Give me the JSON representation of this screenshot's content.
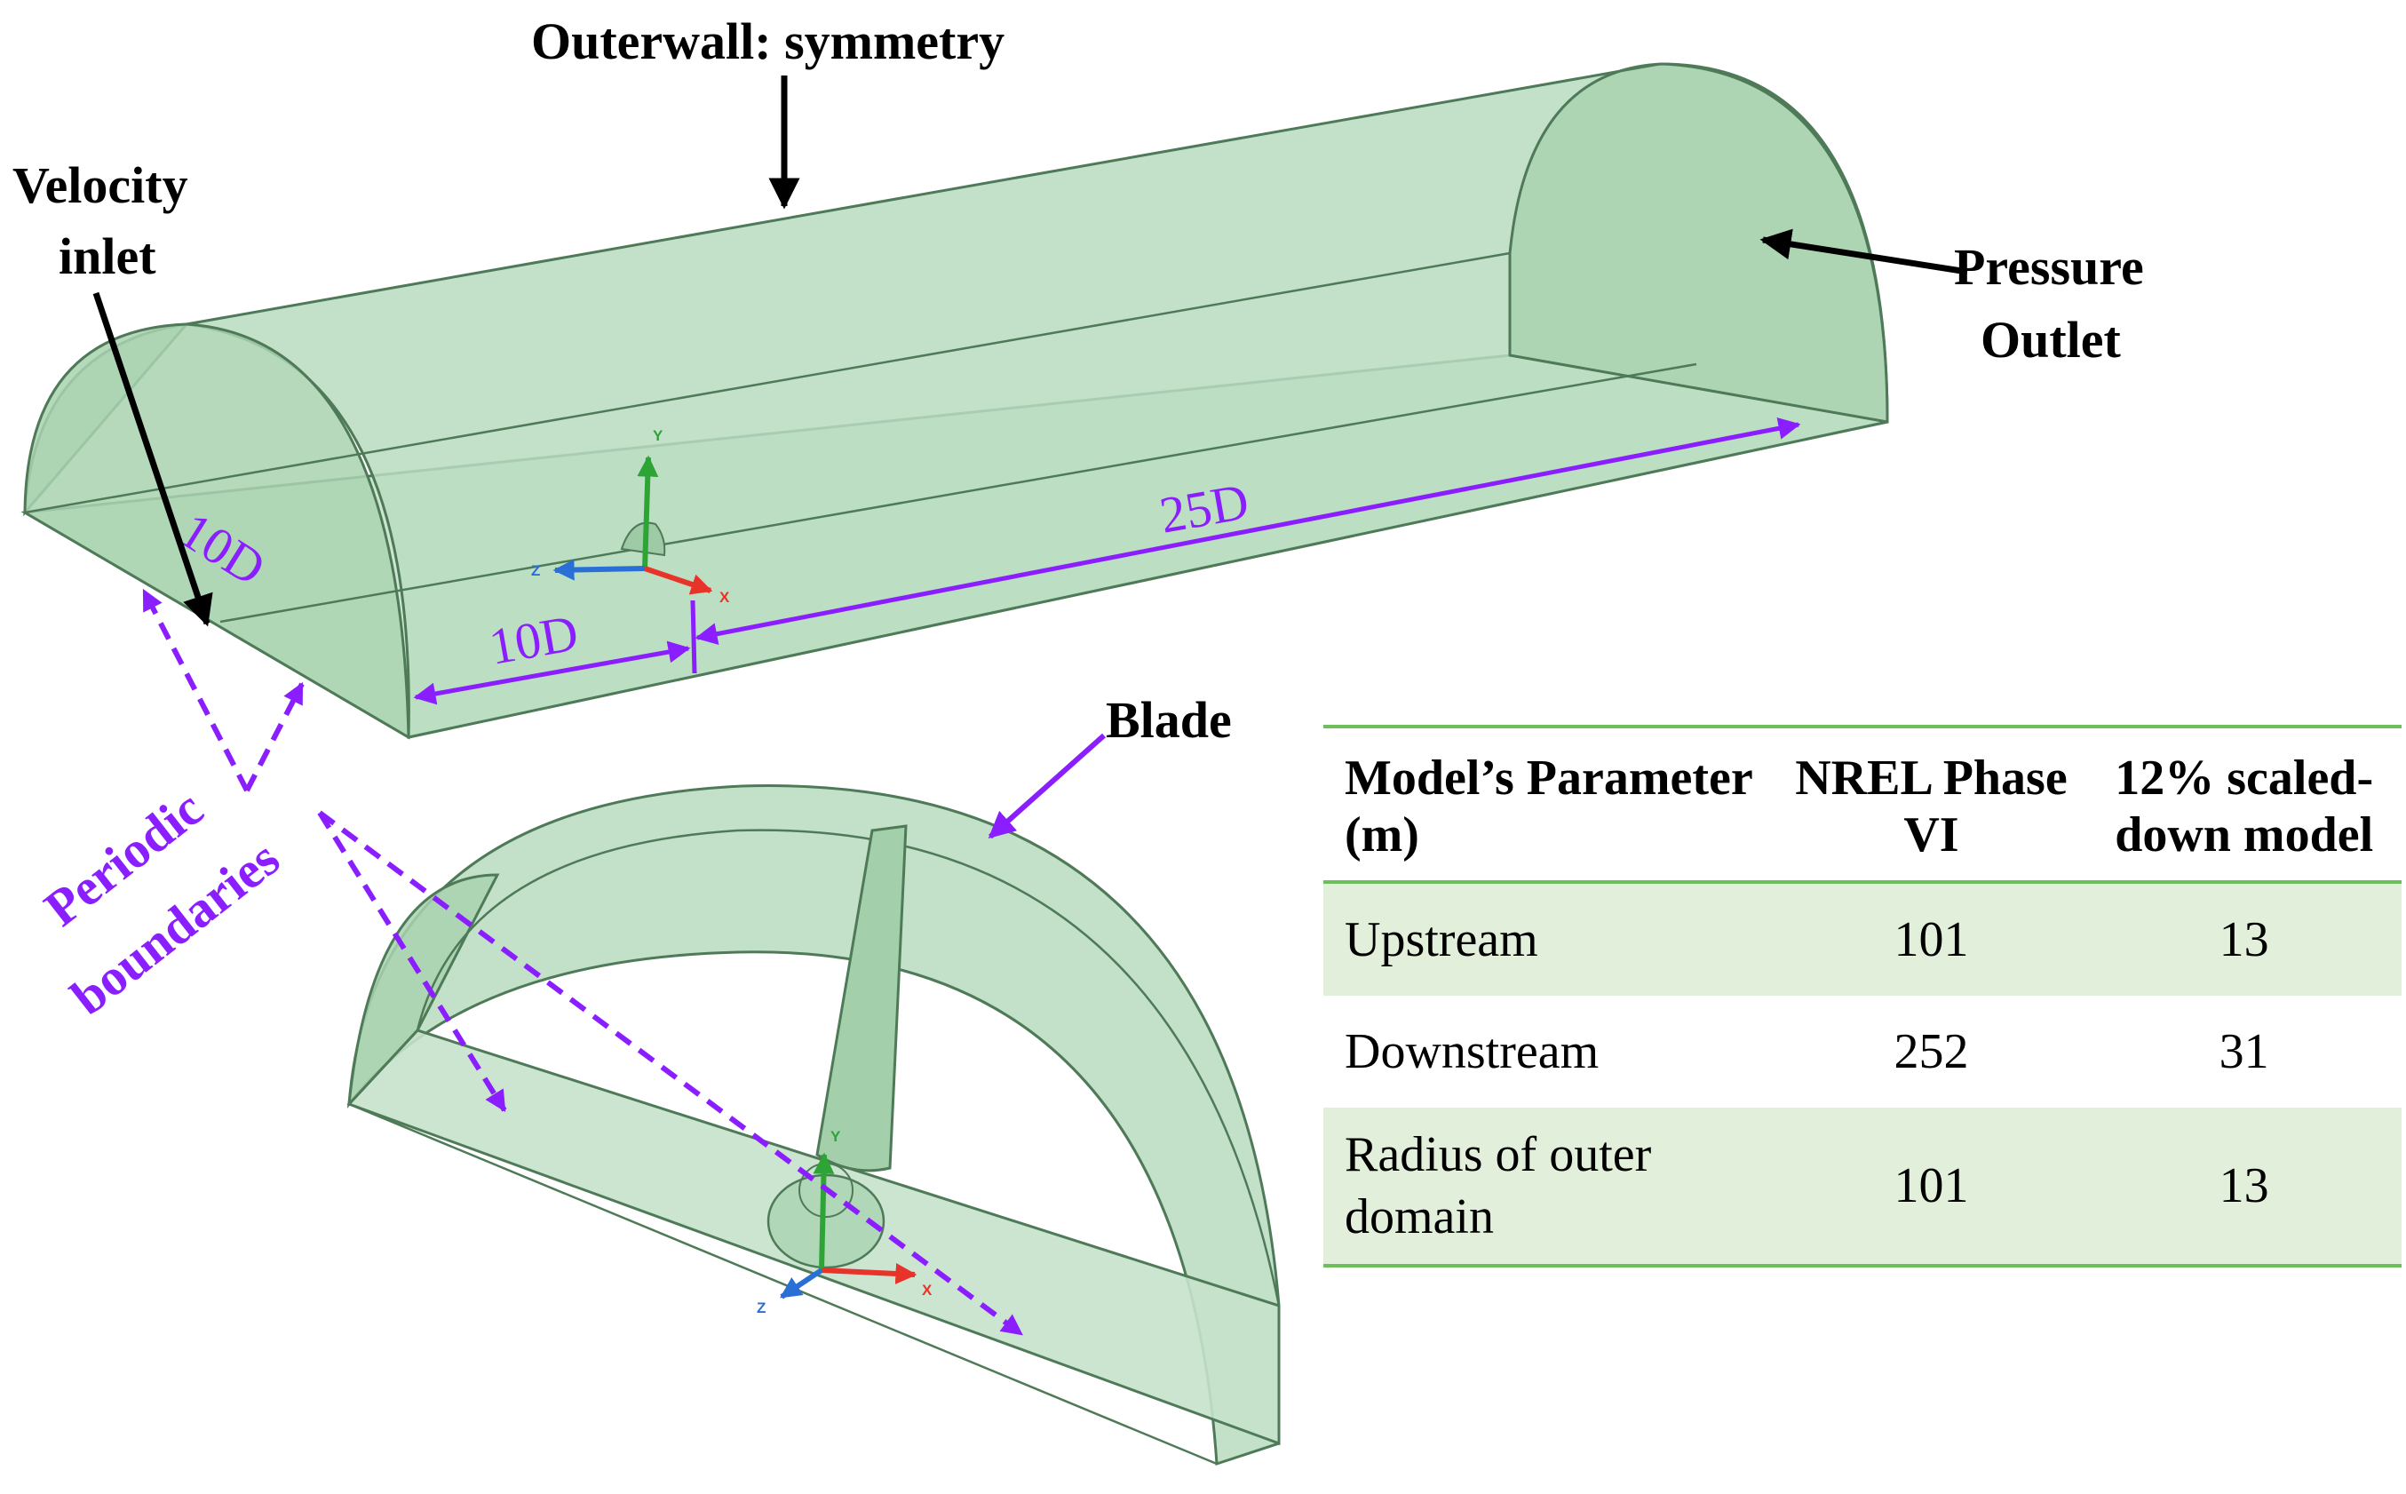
{
  "labels": {
    "outerwall": "Outerwall: symmetry",
    "velocity_inlet_line1": "Velocity",
    "velocity_inlet_line2": "inlet",
    "pressure_outlet_line1": "Pressure",
    "pressure_outlet_line2": "Outlet",
    "blade": "Blade",
    "periodic_line1": "Periodic",
    "periodic_line2": "boundaries"
  },
  "dimensions": {
    "width": "10D",
    "upstream": "10D",
    "downstream": "25D"
  },
  "axes_labels": {
    "x": "X",
    "y": "Y",
    "z": "Z"
  },
  "colors": {
    "domain_fill": "#b9dcbf",
    "domain_edge": "#4e7a58",
    "annotation_purple": "#8a1eff",
    "table_band": "#e2efda",
    "table_rule": "#6cbf5a",
    "axis_x": "#e8332a",
    "axis_y": "#2ea336",
    "axis_z": "#2a6fd6"
  },
  "table": {
    "headers": [
      "Model’s Parameter (m)",
      "NREL Phase VI",
      "12% scaled-down model"
    ],
    "rows": [
      [
        "Upstream",
        "101",
        "13"
      ],
      [
        "Downstream",
        "252",
        "31"
      ],
      [
        "Radius of outer domain",
        "101",
        "13"
      ]
    ]
  }
}
